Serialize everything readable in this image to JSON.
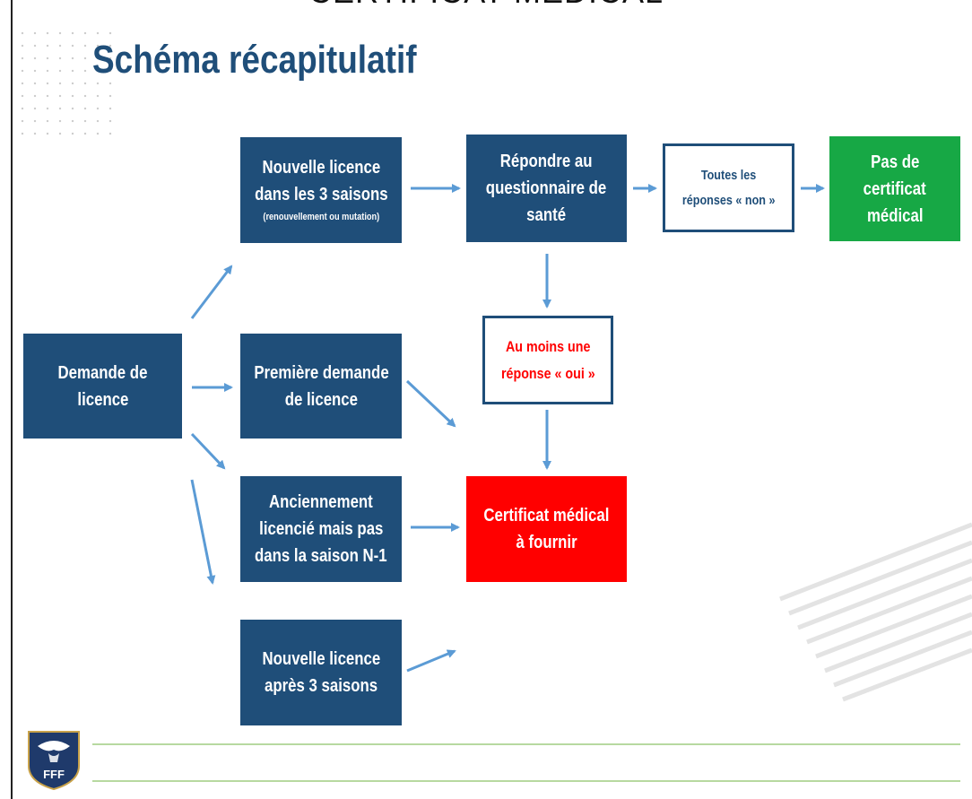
{
  "page": {
    "top_title": "CERTIFICAT MÉDICAL",
    "heading": "Schéma récapitulatif"
  },
  "boxes": {
    "demande": [
      "Demande de",
      "licence"
    ],
    "nouvelle3": [
      "Nouvelle licence",
      "dans les 3 saisons"
    ],
    "nouvelle3_note": "(renouvellement ou mutation)",
    "premiere": [
      "Première demande",
      "de licence"
    ],
    "ancien": [
      "Anciennement",
      "licencié mais pas",
      "dans la saison N-1"
    ],
    "apres3": [
      "Nouvelle licence",
      "après 3 saisons"
    ],
    "questionnaire": [
      "Répondre au",
      "questionnaire de",
      "santé"
    ],
    "non": [
      "Toutes les",
      "réponses « non »"
    ],
    "pas_certificat": [
      "Pas de",
      "certificat",
      "médical"
    ],
    "oui": [
      "Au moins une",
      "réponse « oui »"
    ],
    "certificat": [
      "Certificat médical",
      "à fournir"
    ]
  },
  "logo": {
    "text": "FFF"
  },
  "colors": {
    "navy": "#1f4e79",
    "green": "#17a845",
    "red": "#ff0000",
    "arrow": "#5b9bd5",
    "rule": "#b7d9a0"
  }
}
